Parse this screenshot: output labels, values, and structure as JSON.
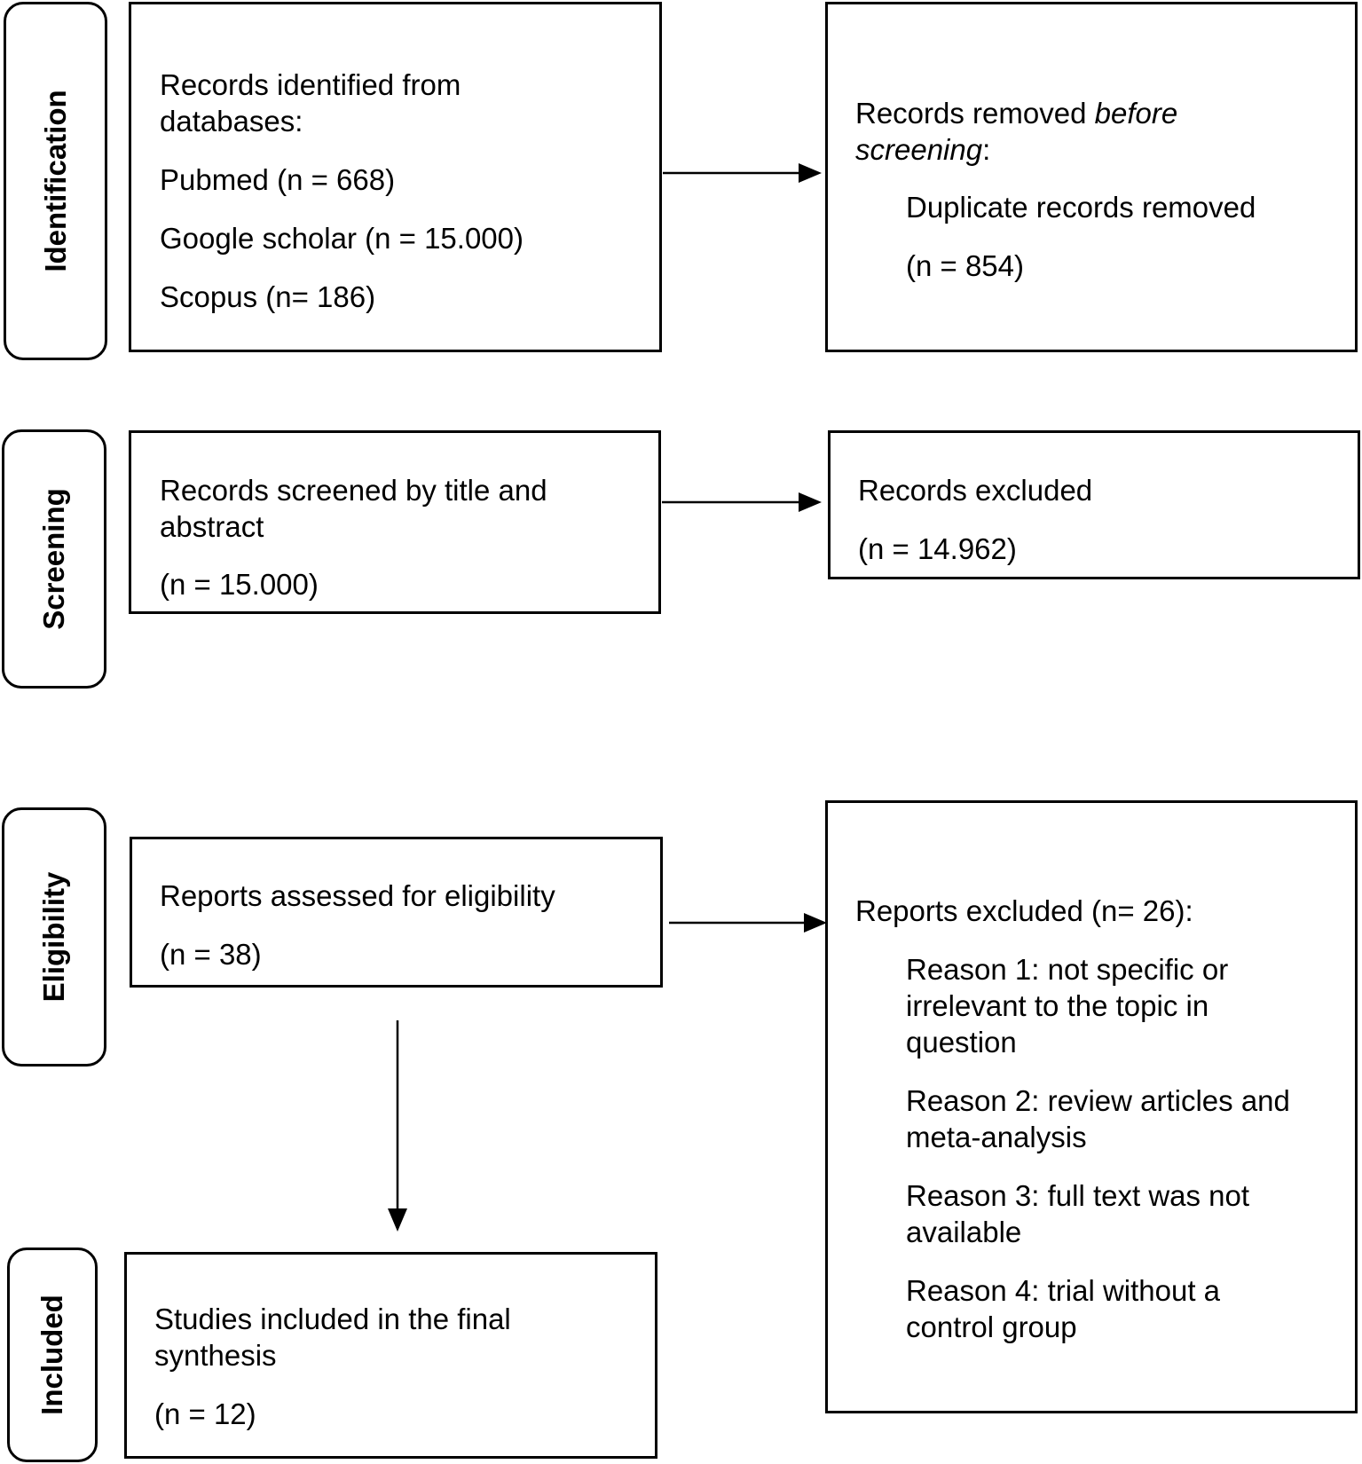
{
  "stages": {
    "identification": "Identification",
    "screening": "Screening",
    "eligibility": "Eligibility",
    "included": "Included"
  },
  "identification_box": {
    "heading_line1": "Records identified from",
    "heading_line2": "databases:",
    "pubmed": "Pubmed (n = 668)",
    "google_scholar": "Google scholar (n = 15.000)",
    "scopus": "Scopus (n= 186)"
  },
  "removed_box": {
    "line1_plain": "Records removed ",
    "line1_italic": "before",
    "line2_italic": "screening",
    "line2_plain": ":",
    "duplicates": "Duplicate records removed",
    "count": "(n = 854)"
  },
  "screened_box": {
    "line1": "Records screened by title and",
    "line2": "abstract",
    "count": "(n = 15.000)"
  },
  "excluded_box": {
    "label": "Records excluded",
    "count": "(n = 14.962)"
  },
  "eligibility_box": {
    "label": "Reports assessed for eligibility",
    "count": "(n = 38)"
  },
  "reports_excluded_box": {
    "heading": "Reports excluded (n= 26):",
    "reason1": [
      "Reason 1: not specific or",
      "irrelevant to the topic in",
      "question"
    ],
    "reason2": [
      "Reason 2: review articles and",
      "meta-analysis"
    ],
    "reason3": [
      "Reason 3: full text was not",
      "available"
    ],
    "reason4": [
      "Reason 4: trial without a",
      "control group"
    ]
  },
  "included_box": {
    "line1": "Studies included in the final",
    "line2": "synthesis",
    "count": "(n = 12)"
  }
}
